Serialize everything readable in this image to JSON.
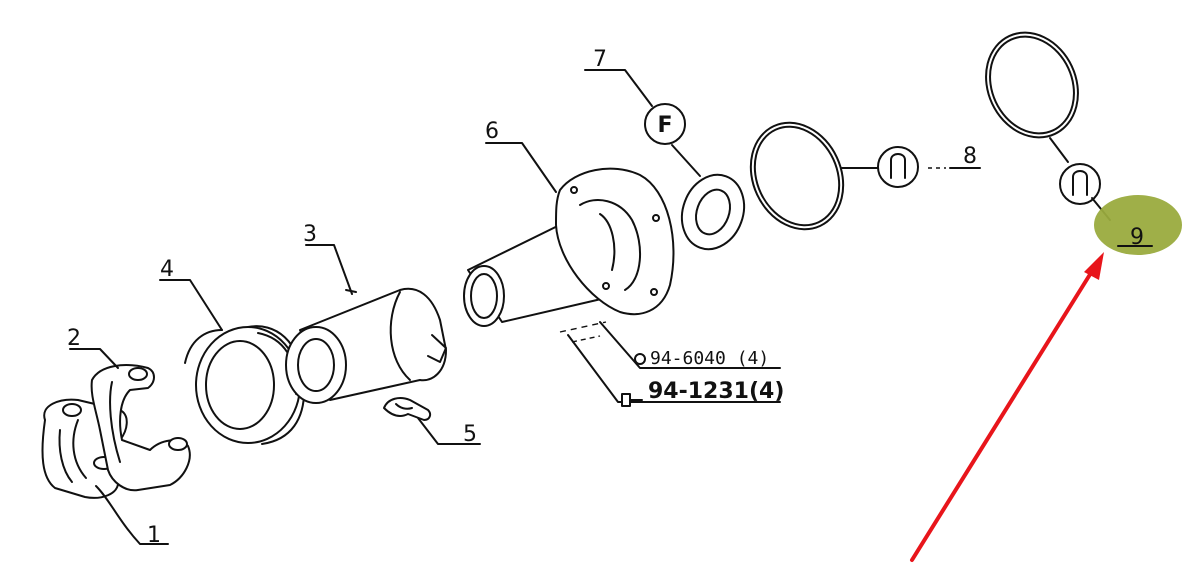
{
  "callouts": {
    "c1": "1",
    "c2": "2",
    "c3": "3",
    "c4": "4",
    "c5": "5",
    "c6": "6",
    "c7": "7",
    "c8": "8",
    "c9": "9"
  },
  "hardware": {
    "nut": "94-6040 (4)",
    "screw": "94-1231(4)"
  },
  "symbols": {
    "seven_symbol": "F",
    "eight_symbol": "U",
    "nine_symbol": "U"
  },
  "colors": {
    "highlight": "#9aab3e",
    "arrow": "#e8151b",
    "ink": "#111111"
  },
  "icons": {
    "seven": "flat-seal-symbol-icon",
    "eight": "o-ring-symbol-icon",
    "nine": "o-ring-symbol-icon",
    "nut": "nut-icon",
    "screw": "screw-icon"
  }
}
